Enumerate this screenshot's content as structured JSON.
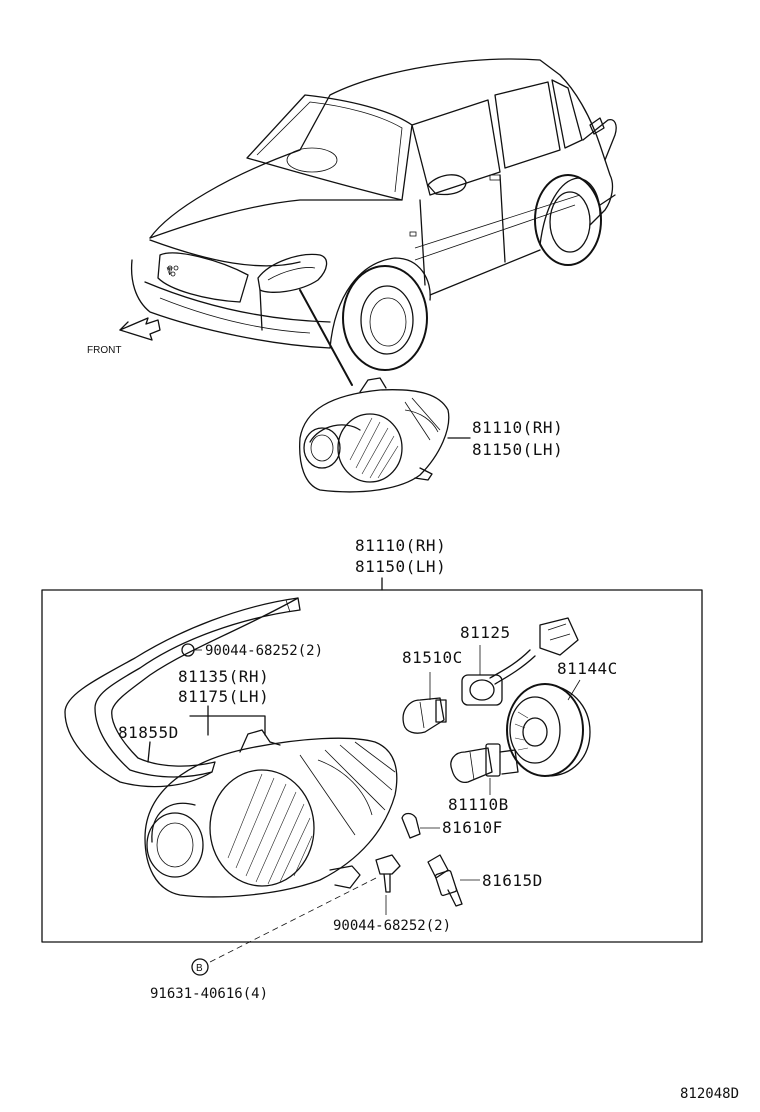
{
  "diagram": {
    "direction_label": "FRONT",
    "marker_letter": "B",
    "drawing_number": "812048D",
    "callouts": {
      "top_assembly_rh": "81110(RH)",
      "top_assembly_lh": "81150(LH)",
      "box_assembly_rh": "81110(RH)",
      "box_assembly_lh": "81150(LH)",
      "screw_upper": "90044-68252(2)",
      "bracket_rh": "81135(RH)",
      "bracket_lh": "81175(LH)",
      "gasket": "81855D",
      "socket": "81125",
      "bulb_small": "81510C",
      "cover": "81144C",
      "bulb_main": "81110B",
      "clip": "81610F",
      "socket_side": "81615D",
      "screw_lower": "90044-68252(2)",
      "bolt": "91631-40616(4)"
    }
  }
}
